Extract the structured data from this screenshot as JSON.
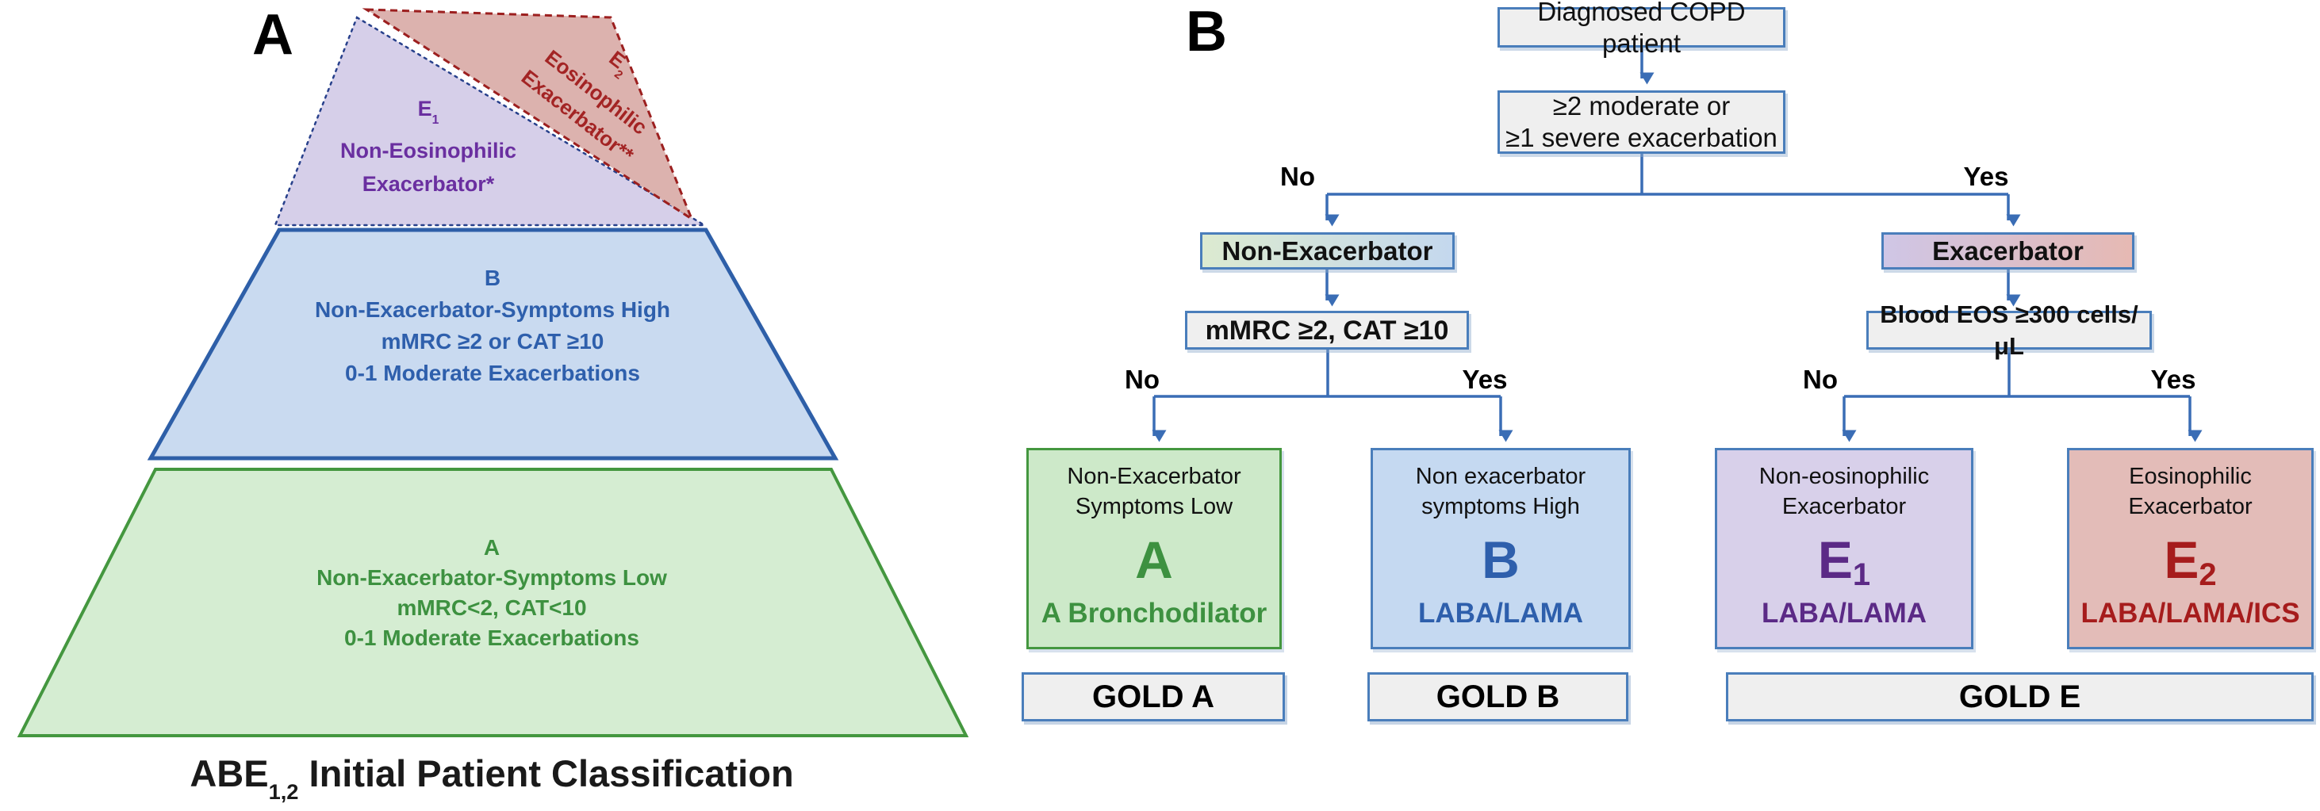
{
  "panel_a": {
    "label": "A",
    "tiers": {
      "e2": {
        "letter": "E",
        "sub": "2",
        "line2": "Eosinophilic",
        "line3": "Exacerbator**"
      },
      "e1": {
        "letter": "E",
        "sub": "1",
        "line2": "Non-Eosinophilic",
        "line3": "Exacerbator*"
      },
      "b": {
        "line1": "B",
        "line2": "Non-Exacerbator-Symptoms High",
        "line3": "mMRC ≥2 or CAT ≥10",
        "line4": "0-1 Moderate Exacerbations"
      },
      "a": {
        "line1": "A",
        "line2": "Non-Exacerbator-Symptoms Low",
        "line3": "mMRC<2, CAT<10",
        "line4": "0-1 Moderate Exacerbations"
      }
    },
    "caption": {
      "pre": "ABE",
      "sub": "1,2",
      "post": " Initial Patient Classification"
    }
  },
  "panel_b": {
    "label": "B",
    "boxes": {
      "start": "Diagnosed COPD patient",
      "exacerbation_line1": "≥2 moderate or",
      "exacerbation_line2": "≥1 severe exacerbation",
      "non_exacerbator": "Non-Exacerbator",
      "exacerbator": "Exacerbator",
      "mmrc": "mMRC ≥2, CAT ≥10",
      "eos": "Blood EOS ≥300 cells/μL"
    },
    "branch_labels": {
      "no": "No",
      "yes": "Yes"
    },
    "outcomes": {
      "a": {
        "title1": "Non-Exacerbator",
        "title2": "Symptoms Low",
        "letter": "A",
        "drug": "A Bronchodilator",
        "gold": "GOLD A"
      },
      "b": {
        "title1": "Non exacerbator",
        "title2": "symptoms High",
        "letter": "B",
        "drug": "LABA/LAMA",
        "gold": "GOLD B"
      },
      "e1": {
        "title1": "Non-eosinophilic",
        "title2": "Exacerbator",
        "letter": "E",
        "sub": "1",
        "drug": "LABA/LAMA"
      },
      "e2": {
        "title1": "Eosinophilic",
        "title2": "Exacerbator",
        "letter": "E",
        "sub": "2",
        "drug": "LABA/LAMA/ICS"
      },
      "gold_e": "GOLD E"
    }
  },
  "colors": {
    "connector_blue": "#3a6db5",
    "box_border_blue": "#4a7ebb",
    "neutral_fill": "#efefef",
    "tier_green_fill": "#d5edd2",
    "tier_green_border": "#44973f",
    "tier_blue_fill": "#c9daf0",
    "tier_blue_border": "#2e5fa8",
    "tier_purple_fill": "#d6cfe9",
    "tier_purple_border": "#27408b",
    "tier_red_fill": "#dcb2ae",
    "tier_red_border": "#9c1f1f",
    "text_green": "#3d9140",
    "text_blue": "#2e5fac",
    "text_purple": "#5b2a86",
    "text_dark_red": "#a61c1c"
  }
}
